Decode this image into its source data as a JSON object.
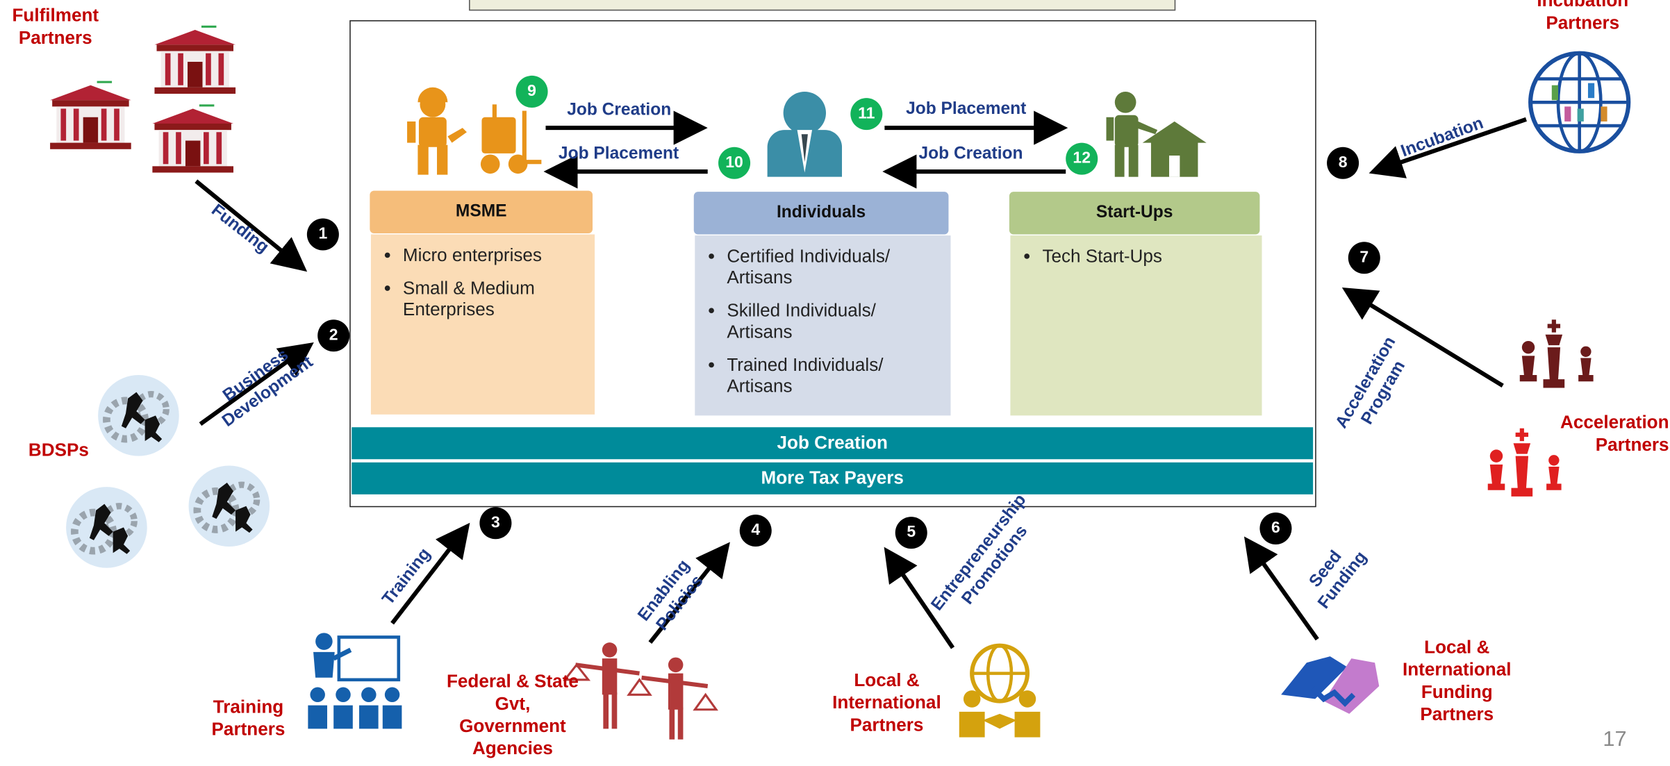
{
  "page_number": "17",
  "colors": {
    "teal_bar": "#008b9a",
    "partner_red": "#c00000",
    "label_blue": "#1f3c88",
    "badge_green": "#12b35a"
  },
  "partners": {
    "fulfilment": "Fulfilment Partners",
    "bdsps": "BDSPs",
    "training": "Training Partners",
    "federal": "Federal & State Gvt, Government Agencies",
    "local_intl": "Local & International Partners",
    "funding": "Local & International Funding Partners",
    "acceleration": "Acceleration Partners",
    "incubation": "Incubation Partners"
  },
  "arrow_labels": {
    "funding": "Funding",
    "business_development": "Business Development",
    "training": "Training",
    "enabling_policies": "Enabling Policies",
    "entrepreneurship": "Entrepreneurship Promotions",
    "seed_funding": "Seed Funding",
    "acceleration_program": "Acceleration Program",
    "incubation": "Incubation"
  },
  "badges": [
    "1",
    "2",
    "3",
    "4",
    "5",
    "6",
    "7",
    "8"
  ],
  "green_badges": [
    "9",
    "10",
    "11",
    "12"
  ],
  "flow_labels": {
    "msme_to_ind": "Job Creation",
    "ind_to_msme": "Job  Placement",
    "ind_to_startup": "Job Placement",
    "startup_to_ind": "Job  Creation"
  },
  "groups": {
    "msme": {
      "title": "MSME",
      "items": [
        "Micro enterprises",
        "Small & Medium Enterprises"
      ]
    },
    "individuals": {
      "title": "Individuals",
      "items": [
        "Certified Individuals/ Artisans",
        "Skilled Individuals/ Artisans",
        "Trained Individuals/ Artisans"
      ]
    },
    "startups": {
      "title": "Start-Ups",
      "items": [
        "Tech Start-Ups"
      ]
    }
  },
  "bars": {
    "job_creation": "Job Creation",
    "tax_payers": "More Tax Payers"
  },
  "icons": [
    "bank-icon",
    "gears-people-icon",
    "worker-forklift-icon",
    "businessman-icon",
    "gardener-house-icon",
    "globe-people-icon",
    "chess-icon",
    "trainer-icon",
    "scales-icon",
    "globe-handshake-icon",
    "handshake-icon"
  ]
}
